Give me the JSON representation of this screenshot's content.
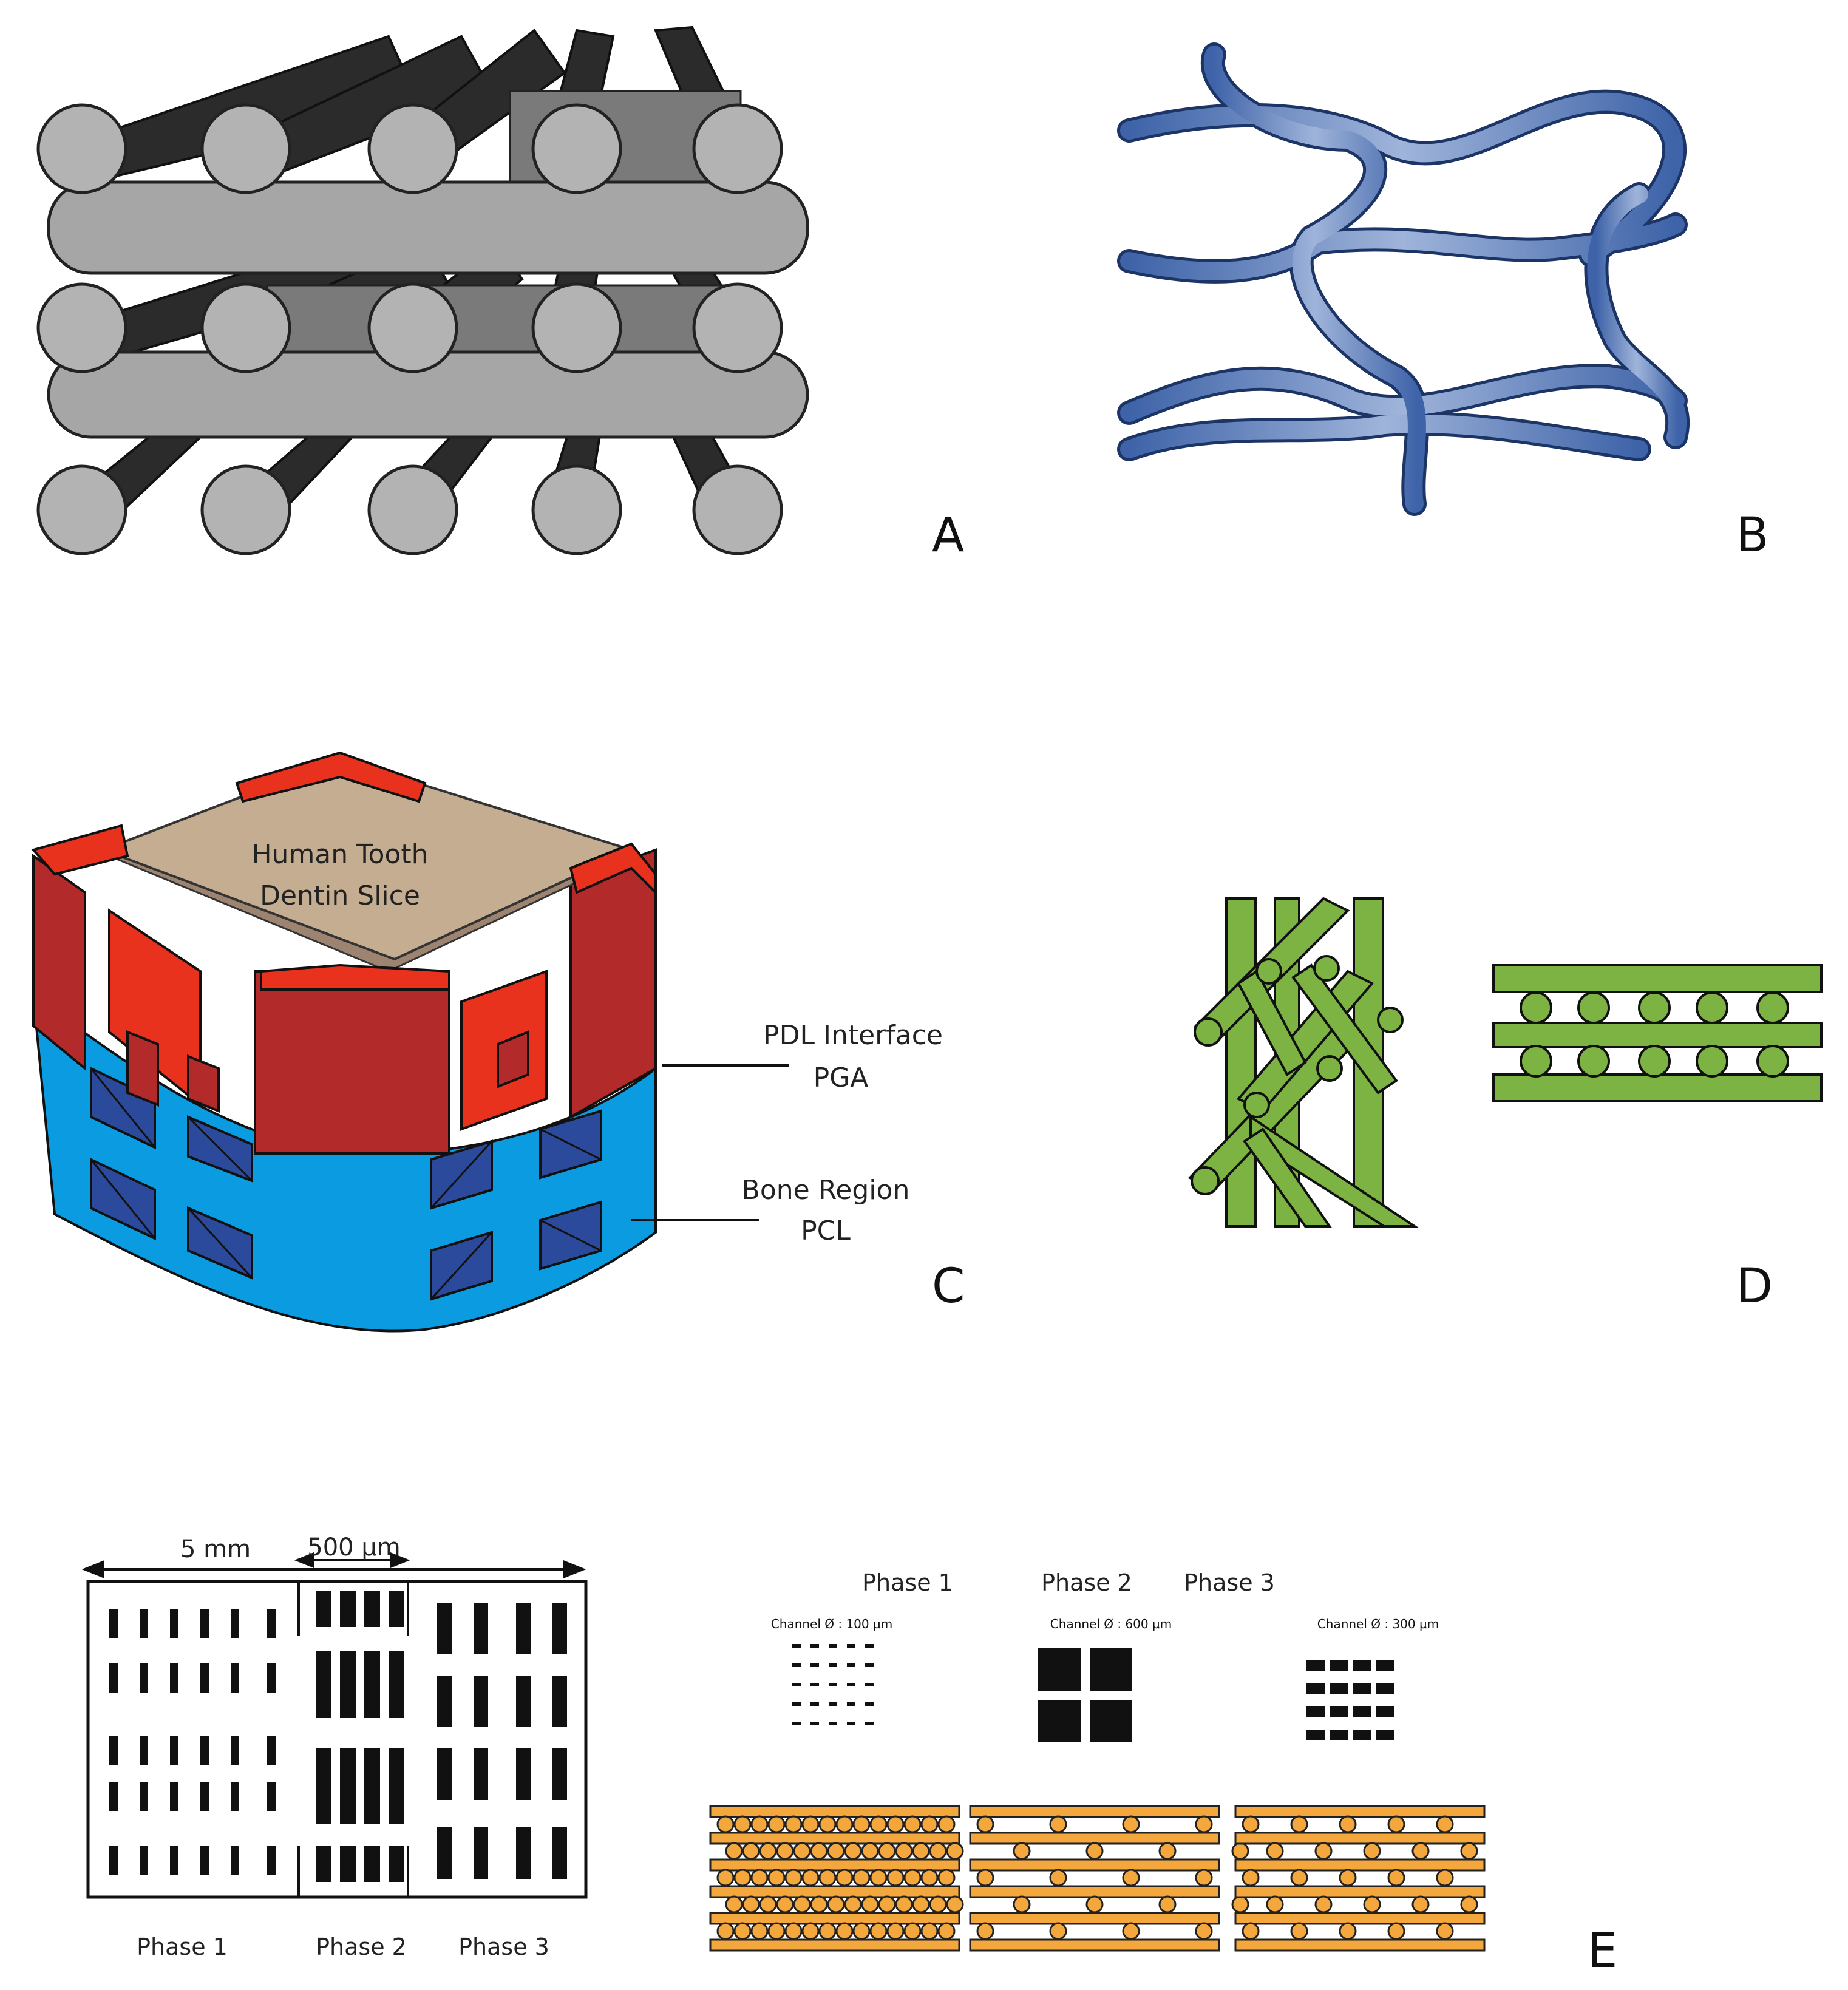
{
  "panels": {
    "a": {
      "letter": "A"
    },
    "b": {
      "letter": "B"
    },
    "c": {
      "letter": "C",
      "tooth_line1": "Human Tooth",
      "tooth_line2": "Dentin Slice",
      "pdl_line1": "PDL Interface",
      "pdl_line2": "PGA",
      "bone_line1": "Bone Region",
      "bone_line2": "PCL"
    },
    "d": {
      "letter": "D"
    },
    "e": {
      "letter": "E",
      "dim_5mm": "5 mm",
      "dim_500um": "500 µm",
      "bottom_phases": [
        "Phase 1",
        "Phase 2",
        "Phase 3"
      ],
      "top_phases": [
        "Phase 1",
        "Phase 2",
        "Phase 3"
      ],
      "channels": [
        "Channel Ø : 100 µm",
        "Channel Ø : 600 µm",
        "Channel Ø : 300 µm"
      ]
    }
  },
  "colors": {
    "dark_rod": "#2b2b2b",
    "light_rod": "#a6a6a6",
    "blue_fiber": "#4f74b3",
    "red": "#b32a2a",
    "bright_red": "#e8321e",
    "tan": "#c4ad90",
    "cyan": "#0b9be0",
    "navy": "#2c4a9c",
    "green": "#7cb342",
    "orange": "#f3a73c"
  }
}
